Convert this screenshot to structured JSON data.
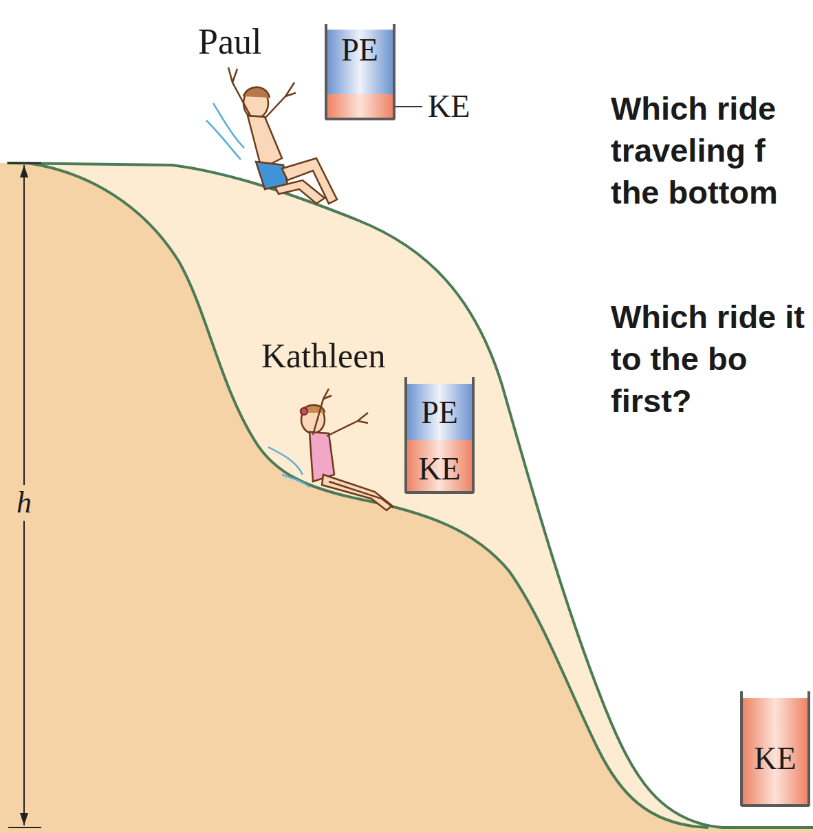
{
  "diagram": {
    "nodes": [
      {
        "text": [
          "PE",
          "KE"
        ]
      },
      {
        "text": [
          "PE",
          "KE"
        ]
      },
      {
        "text": [
          "KE"
        ]
      }
    ],
    "labels": [
      "Paul",
      "Kathleen",
      "h",
      "Which ride traveling f the bottom",
      "Which ride it to the bo first?"
    ]
  }
}
